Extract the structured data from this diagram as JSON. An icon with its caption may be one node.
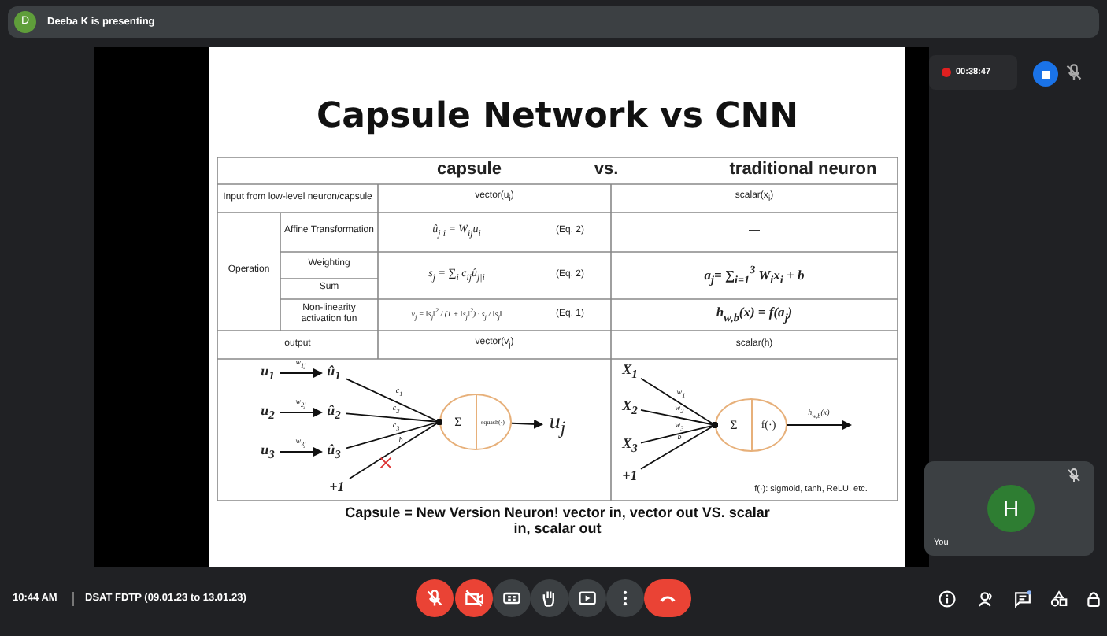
{
  "diagram": {
    "title": "Capsule Network vs CNN",
    "caption": "Capsule = New Version Neuron! vector in, vector out VS. scalar in, scalar out",
    "nodes": [
      {
        "text": [
          "u$_{1}$"
        ]
      },
      {
        "text": [
          "û$_{1}$"
        ]
      },
      {
        "text": [
          "u$_{2}$"
        ]
      },
      {
        "text": [
          "û$_{2}$"
        ]
      },
      {
        "text": [
          "u$_{3}$"
        ]
      },
      {
        "text": [
          "û$_{3}$"
        ]
      },
      {
        "text": [
          "+1"
        ]
      },
      {
        "text": [
          "Σ",
          "squash(·)"
        ]
      },
      {
        "text": [
          "u$_{j}$"
        ]
      },
      {
        "text": [
          "X$_{1}$"
        ]
      },
      {
        "text": [
          "X$_{2}$"
        ]
      },
      {
        "text": [
          "X$_{3}$"
        ]
      },
      {
        "text": [
          "+1"
        ]
      },
      {
        "text": [
          "Σ",
          "f(·)"
        ]
      }
    ],
    "edges": [
      {
        "from": 0,
        "to": 1,
        "arrow": "to",
        "label": "w$_{1j}$"
      },
      {
        "from": 2,
        "to": 3,
        "arrow": "to",
        "label": "w$_{2j}$"
      },
      {
        "from": 4,
        "to": 5,
        "arrow": "to",
        "label": "w$_{3j}$"
      },
      {
        "from": 1,
        "to": 7,
        "arrow": "other",
        "label": "c$_{1}$"
      },
      {
        "from": 3,
        "to": 7,
        "arrow": "other",
        "label": "c$_{2}$"
      },
      {
        "from": 5,
        "to": 7,
        "arrow": "other",
        "label": "c$_{3}$"
      },
      {
        "from": 6,
        "to": 7,
        "arrow": "other",
        "label": "b"
      },
      {
        "from": 7,
        "to": 8,
        "arrow": "to"
      },
      {
        "from": 9,
        "to": 13,
        "arrow": "other",
        "label": "w$_{1}$"
      },
      {
        "from": 10,
        "to": 13,
        "arrow": "other",
        "label": "w$_{2}$"
      },
      {
        "from": 11,
        "to": 13,
        "arrow": "other",
        "label": "w$_{3}$"
      },
      {
        "from": 12,
        "to": 13,
        "arrow": "other",
        "label": "b"
      },
      {
        "from": 13,
        "to": null,
        "arrow": "to",
        "label": "h$_{w,b}$(x)"
      }
    ],
    "labels": [
      "D",
      "Deeba K is presenting",
      "00:38:47",
      "capsule",
      "vs.",
      "traditional neuron",
      "Input from low-level neuron/capsule",
      "vector(u$_{i}$)",
      "scalar(x$_{i}$)",
      "Operation",
      "Affine Transformation",
      "û$_{j|i}$ = W$_{ij}$u$_{i}$",
      "(Eq. 2)",
      "—",
      "Weighting",
      "s$_{j}$ = ∑$_{i}$ c$_{ij}$û$_{j|i}$",
      "(Eq. 2)",
      "a$_{j}$= ∑$_{i=1}$$^{3}$ W$_{i}$x$_{i}$ + b",
      "Sum",
      "Non-linearity activation fun",
      "v$_{j}$ = ‖s$_{j}$‖$^{2}$ / (1 + ‖s$_{j}$‖$^{2}$) · s$_{j}$ / ‖s$_{j}$‖",
      "(Eq. 1)",
      "h$_{w,b}$(x) = f(a$_{j}$)",
      "output",
      "vector(v$_{j}$)",
      "scalar(h)",
      "f(·): sigmoid, tanh, ReLU, etc.",
      "H",
      "You",
      "10:44 AM",
      "DSAT FDTP (09.01.23 to 13.01.23)"
    ]
  }
}
